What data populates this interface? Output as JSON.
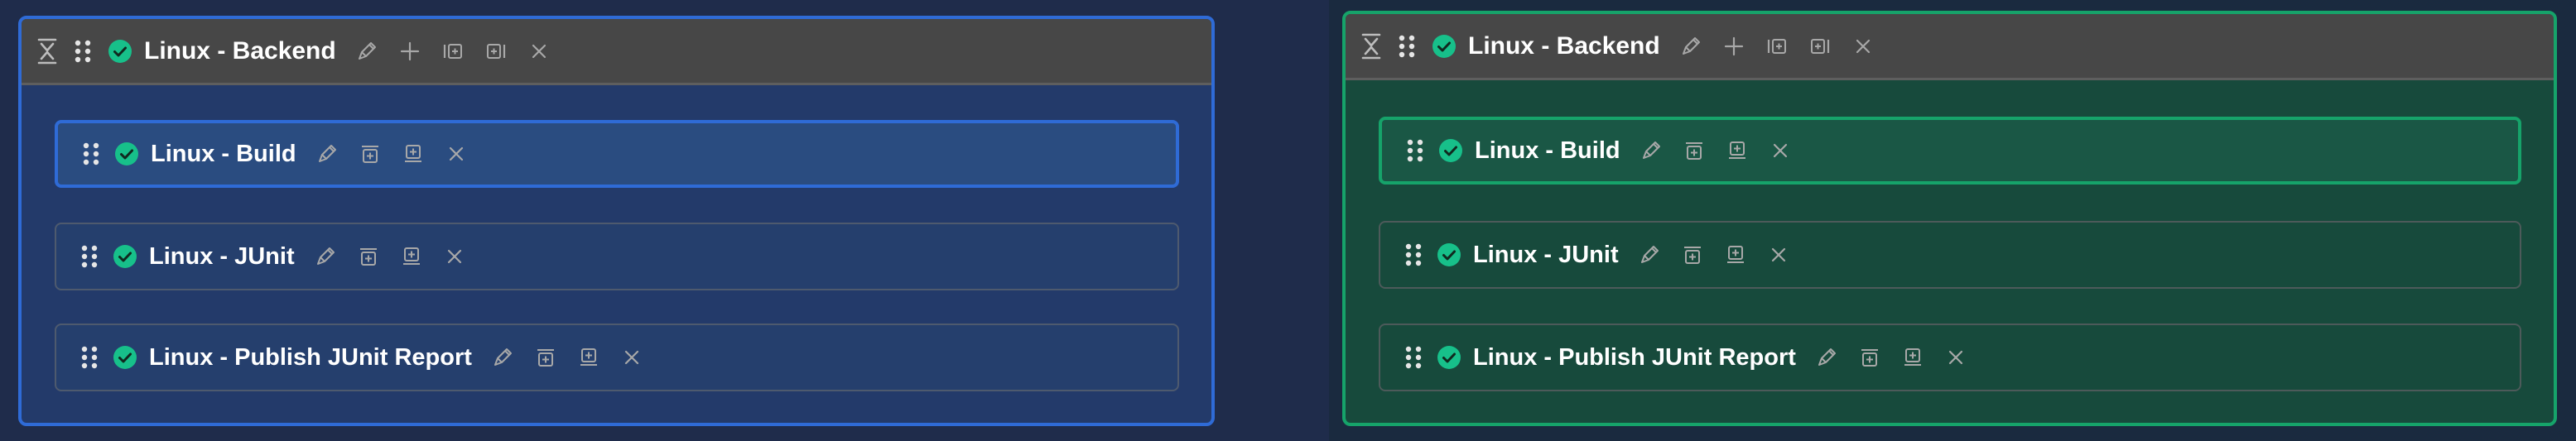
{
  "colors": {
    "blue_accent": "#2f6bd6",
    "green_accent": "#16a36a",
    "success_check": "#17c08a",
    "header_bg": "#474747"
  },
  "panels": [
    {
      "variant": "blue",
      "stage": {
        "title": "Linux - Backend",
        "status_icon": "check-circle-icon",
        "actions": [
          "edit-icon",
          "add-icon",
          "insert-before-icon",
          "insert-after-icon",
          "close-icon"
        ]
      },
      "jobs": [
        {
          "title": "Linux - Build",
          "selected": true
        },
        {
          "title": "Linux - JUnit",
          "selected": false
        },
        {
          "title": "Linux - Publish JUnit Report",
          "selected": false
        }
      ]
    },
    {
      "variant": "green",
      "stage": {
        "title": "Linux - Backend",
        "status_icon": "check-circle-icon",
        "actions": [
          "edit-icon",
          "add-icon",
          "insert-before-icon",
          "insert-after-icon",
          "close-icon"
        ]
      },
      "jobs": [
        {
          "title": "Linux - Build",
          "selected": true
        },
        {
          "title": "Linux - JUnit",
          "selected": false
        },
        {
          "title": "Linux - Publish JUnit Report",
          "selected": false
        }
      ]
    }
  ]
}
